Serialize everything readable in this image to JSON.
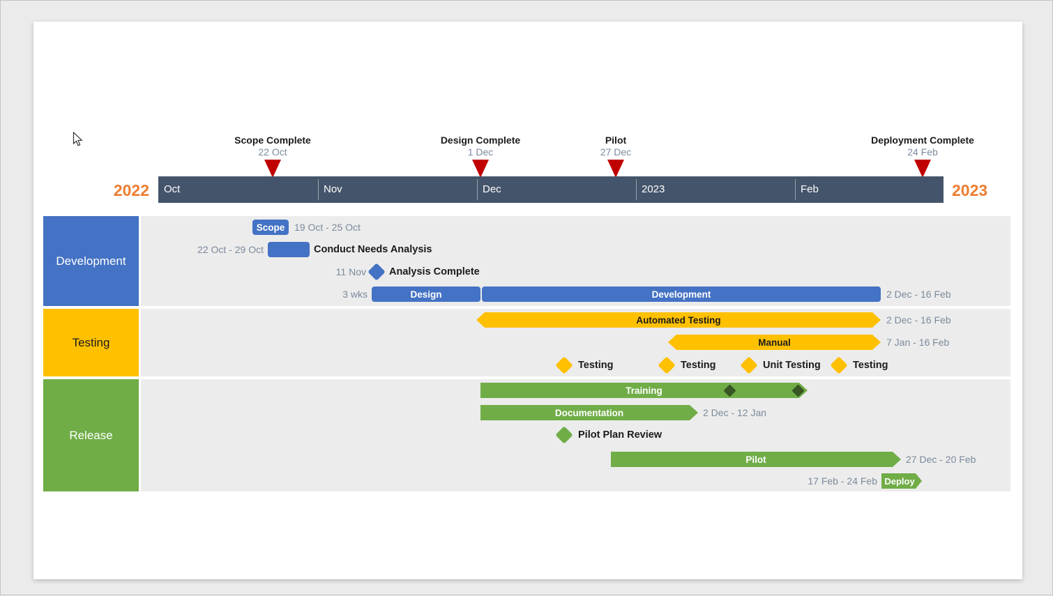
{
  "canvas": {
    "page_bg": "#ebebeb",
    "card_bg": "#ffffff"
  },
  "colors": {
    "blue": "#4472c4",
    "yellow": "#ffc000",
    "green": "#70ad47",
    "dark_green_marker": "#375623",
    "band": "#44546a",
    "milestone_red": "#c00000",
    "year_orange": "#ed7d31",
    "date_text": "#7b8a9c",
    "row_bg": "#ececec"
  },
  "timeline": {
    "left_year": "2022",
    "right_year": "2023",
    "months": [
      "Oct",
      "Nov",
      "Dec",
      "2023",
      "Feb"
    ],
    "milestones": [
      {
        "title": "Scope Complete",
        "date": "22 Oct"
      },
      {
        "title": "Design Complete",
        "date": "1 Dec"
      },
      {
        "title": "Pilot",
        "date": "27 Dec"
      },
      {
        "title": "Deployment Complete",
        "date": "24 Feb"
      }
    ]
  },
  "lanes": [
    {
      "label": "Development",
      "tasks": [
        {
          "label": "Scope",
          "date": "19 Oct - 25 Oct"
        },
        {
          "label": "Conduct Needs Analysis",
          "date": "22 Oct - 29 Oct"
        },
        {
          "label": "Analysis Complete",
          "date": "11 Nov"
        },
        {
          "label": "Design",
          "duration": "3 wks"
        },
        {
          "label": "Development",
          "date": "2 Dec - 16 Feb"
        }
      ]
    },
    {
      "label": "Testing",
      "tasks": [
        {
          "label": "Automated Testing",
          "date": "2 Dec - 16 Feb"
        },
        {
          "label": "Manual",
          "date": "7 Jan - 16 Feb"
        },
        {
          "label": "Testing"
        },
        {
          "label": "Testing"
        },
        {
          "label": "Unit Testing"
        },
        {
          "label": "Testing"
        }
      ]
    },
    {
      "label": "Release",
      "tasks": [
        {
          "label": "Training"
        },
        {
          "label": "Documentation",
          "date": "2 Dec - 12 Jan"
        },
        {
          "label": "Pilot Plan Review"
        },
        {
          "label": "Pilot",
          "date": "27 Dec - 20 Feb"
        },
        {
          "label": "Deploy",
          "date": "17 Feb - 24 Feb"
        }
      ]
    }
  ],
  "chart_data": {
    "type": "bar",
    "subtype": "gantt-timeline",
    "time_axis": {
      "visible_months": [
        "Oct",
        "Nov",
        "Dec",
        "2023",
        "Feb"
      ],
      "start_year_label": "2022",
      "end_year_label": "2023"
    },
    "top_milestones": [
      {
        "name": "Scope Complete",
        "date": "22 Oct",
        "marker": "red-triangle"
      },
      {
        "name": "Design Complete",
        "date": "1 Dec",
        "marker": "red-triangle"
      },
      {
        "name": "Pilot",
        "date": "27 Dec",
        "marker": "red-triangle"
      },
      {
        "name": "Deployment Complete",
        "date": "24 Feb",
        "marker": "red-triangle"
      }
    ],
    "lanes": [
      {
        "name": "Development",
        "color": "#4472c4",
        "items": [
          {
            "type": "task",
            "name": "Scope",
            "dates": "19 Oct - 25 Oct",
            "shape": "rounded-bar"
          },
          {
            "type": "task",
            "name": "Conduct Needs Analysis",
            "dates": "22 Oct - 29 Oct",
            "shape": "rounded-bar"
          },
          {
            "type": "milestone",
            "name": "Analysis Complete",
            "date": "11 Nov",
            "marker": "blue-diamond"
          },
          {
            "type": "task",
            "name": "Design",
            "duration": "3 wks",
            "shape": "rounded-bar"
          },
          {
            "type": "task",
            "name": "Development",
            "dates": "2 Dec - 16 Feb",
            "shape": "rounded-bar"
          }
        ]
      },
      {
        "name": "Testing",
        "color": "#ffc000",
        "items": [
          {
            "type": "task",
            "name": "Automated Testing",
            "dates": "2 Dec - 16 Feb",
            "shape": "double-arrow-bar"
          },
          {
            "type": "task",
            "name": "Manual",
            "dates": "7 Jan - 16 Feb",
            "shape": "double-arrow-bar"
          },
          {
            "type": "milestone",
            "name": "Testing",
            "marker": "yellow-diamond"
          },
          {
            "type": "milestone",
            "name": "Testing",
            "marker": "yellow-diamond"
          },
          {
            "type": "milestone",
            "name": "Unit Testing",
            "marker": "yellow-diamond"
          },
          {
            "type": "milestone",
            "name": "Testing",
            "marker": "yellow-diamond"
          }
        ]
      },
      {
        "name": "Release",
        "color": "#70ad47",
        "items": [
          {
            "type": "task",
            "name": "Training",
            "shape": "right-arrow-bar",
            "on_bar_milestones": 2
          },
          {
            "type": "task",
            "name": "Documentation",
            "dates": "2 Dec - 12 Jan",
            "shape": "right-arrow-bar"
          },
          {
            "type": "milestone",
            "name": "Pilot Plan Review",
            "marker": "green-diamond"
          },
          {
            "type": "task",
            "name": "Pilot",
            "dates": "27 Dec - 20 Feb",
            "shape": "right-arrow-bar"
          },
          {
            "type": "task",
            "name": "Deploy",
            "dates": "17 Feb - 24 Feb",
            "shape": "right-arrow-bar"
          }
        ]
      }
    ]
  }
}
